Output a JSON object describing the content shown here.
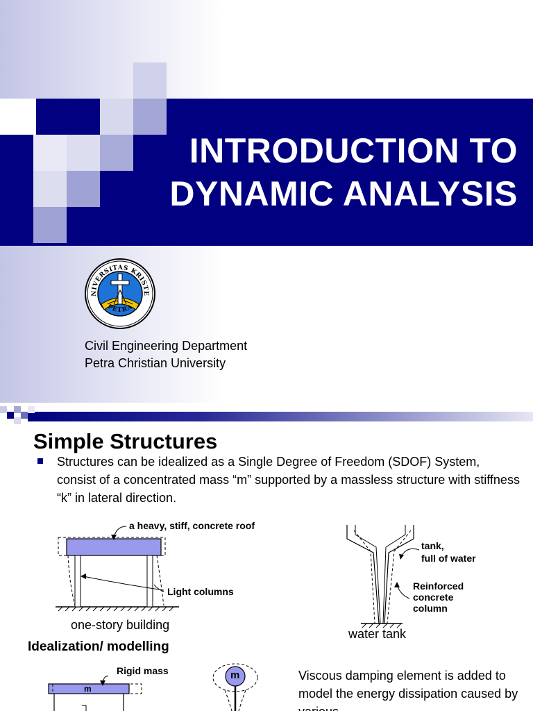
{
  "slide1": {
    "title_line1": "INTRODUCTION TO",
    "title_line2": "DYNAMIC ANALYSIS",
    "logo": {
      "icon": "university-seal-icon",
      "text_top": "UNIVERSITAS KRISTEN",
      "text_bottom": "PETRA"
    },
    "department": "Civil Engineering Department",
    "university": "Petra Christian University",
    "colors": {
      "band": "#000080",
      "squares_light": "#d3d5ec",
      "squares_mid": "#a9acd9"
    }
  },
  "slide2": {
    "heading": "Simple Structures",
    "bullet": "Structures can be idealized as a Single Degree of Freedom (SDOF) System, consist of a concentrated mass “m” supported by a massless structure with stiffness “k” in lateral direction.",
    "building": {
      "roof_label": "a heavy, stiff, concrete roof",
      "columns_label": "Light columns",
      "caption": "one-story building",
      "roof_color": "#9999ee"
    },
    "tank": {
      "tank_label_1": "tank,",
      "tank_label_2": "full of water",
      "column_label_1": "Reinforced",
      "column_label_2": "concrete",
      "column_label_3": "column",
      "caption": "water tank"
    },
    "idealization_heading": "Idealization/ modelling",
    "model": {
      "rigid_mass_label": "Rigid mass",
      "mass_symbol": "m",
      "mass_circle_symbol": "m"
    },
    "viscous_text": "Viscous damping element is added to model the energy dissipation caused by various"
  }
}
